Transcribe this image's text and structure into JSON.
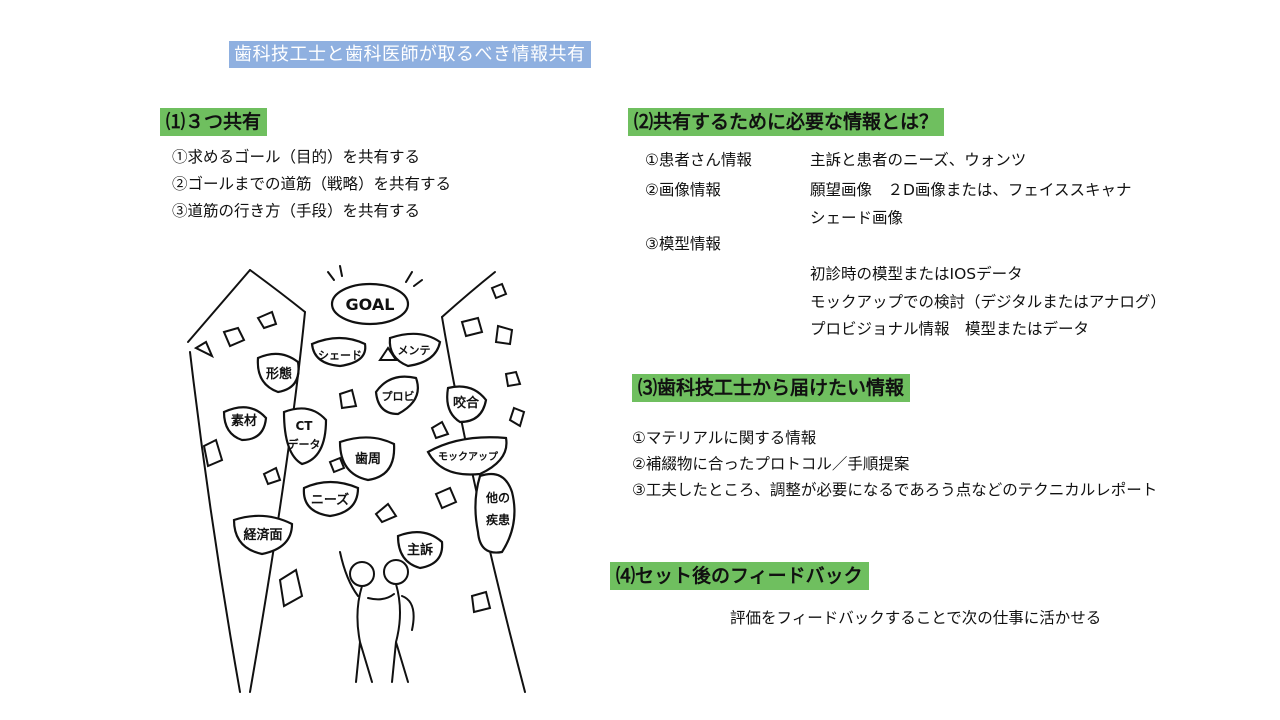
{
  "title": "歯科技工士と歯科医師が取るべき情報共有",
  "section1": {
    "heading": "⑴３つ共有",
    "items": [
      "①求めるゴール（目的）を共有する",
      "②ゴールまでの道筋（戦略）を共有する",
      "③道筋の行き方（手段）を共有する"
    ]
  },
  "section2": {
    "heading": "⑵共有するために必要な情報とは？",
    "rows": [
      {
        "label": "①患者さん情報",
        "value": "主訴と患者のニーズ、ウォンツ"
      },
      {
        "label": "②画像情報",
        "value": "願望画像　２D画像または、フェイススキャナ"
      },
      {
        "label": "",
        "value": "シェード画像"
      },
      {
        "label": "③模型情報",
        "value": ""
      },
      {
        "label": "",
        "value": "初診時の模型またはIOSデータ"
      },
      {
        "label": "",
        "value": "モックアップでの検討（デジタルまたはアナログ）"
      },
      {
        "label": "",
        "value": "プロビジョナル情報　模型またはデータ"
      }
    ]
  },
  "section3": {
    "heading": "⑶歯科技工士から届けたい情報",
    "items": [
      "①マテリアルに関する情報",
      "②補綴物に合ったプロトコル／手順提案",
      "③工夫したところ、調整が必要になるであろう点などのテクニカルレポート"
    ]
  },
  "section4": {
    "heading": "⑷セット後のフィードバック",
    "text": "評価をフィードバックすることで次の仕事に活かせる"
  },
  "illustration": {
    "rocks": {
      "goal": "GOAL",
      "shade": "シェード",
      "mainte": "メンテ",
      "keitai": "形態",
      "provi": "プロビ",
      "kougou": "咬合",
      "sozai": "素材",
      "ct1": "CT",
      "ct2": "データ",
      "shishu": "歯周",
      "mockup": "モックアップ",
      "needs": "ニーズ",
      "other1": "他の",
      "other2": "疾患",
      "shuso": "主訴",
      "keizai": "経済面"
    }
  },
  "colors": {
    "title_bg": "#8fb0e0",
    "header_bg": "#6fbf5f"
  }
}
